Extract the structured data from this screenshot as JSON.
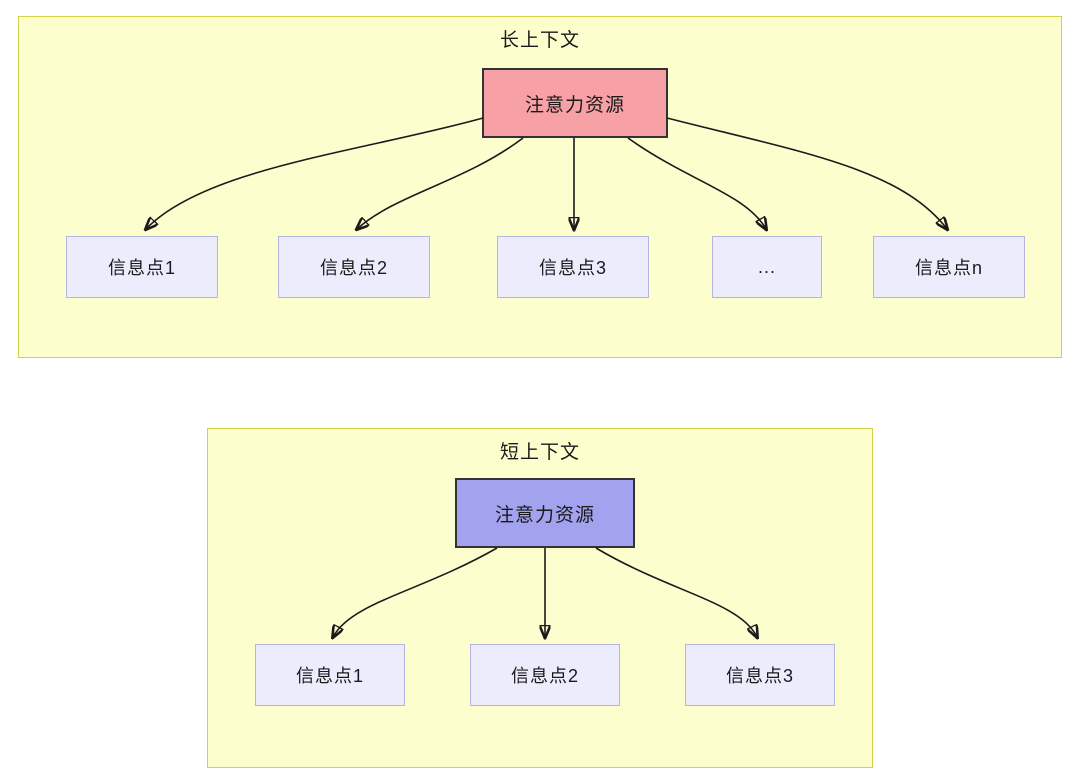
{
  "diagram": {
    "long_context": {
      "title": "长上下文",
      "attention_label": "注意力资源",
      "nodes": [
        "信息点1",
        "信息点2",
        "信息点3",
        "...",
        "信息点n"
      ]
    },
    "short_context": {
      "title": "短上下文",
      "attention_label": "注意力资源",
      "nodes": [
        "信息点1",
        "信息点2",
        "信息点3"
      ]
    },
    "colors": {
      "container_fill": "#fdfecd",
      "container_border": "#d2d24a",
      "attention_long_fill": "#f7a0a6",
      "attention_short_fill": "#a2a2ee",
      "node_fill": "#ececfc",
      "node_border": "#b5b5dd",
      "arrow_color": "#1a1a1a",
      "text_color": "#1a1a1a"
    }
  }
}
